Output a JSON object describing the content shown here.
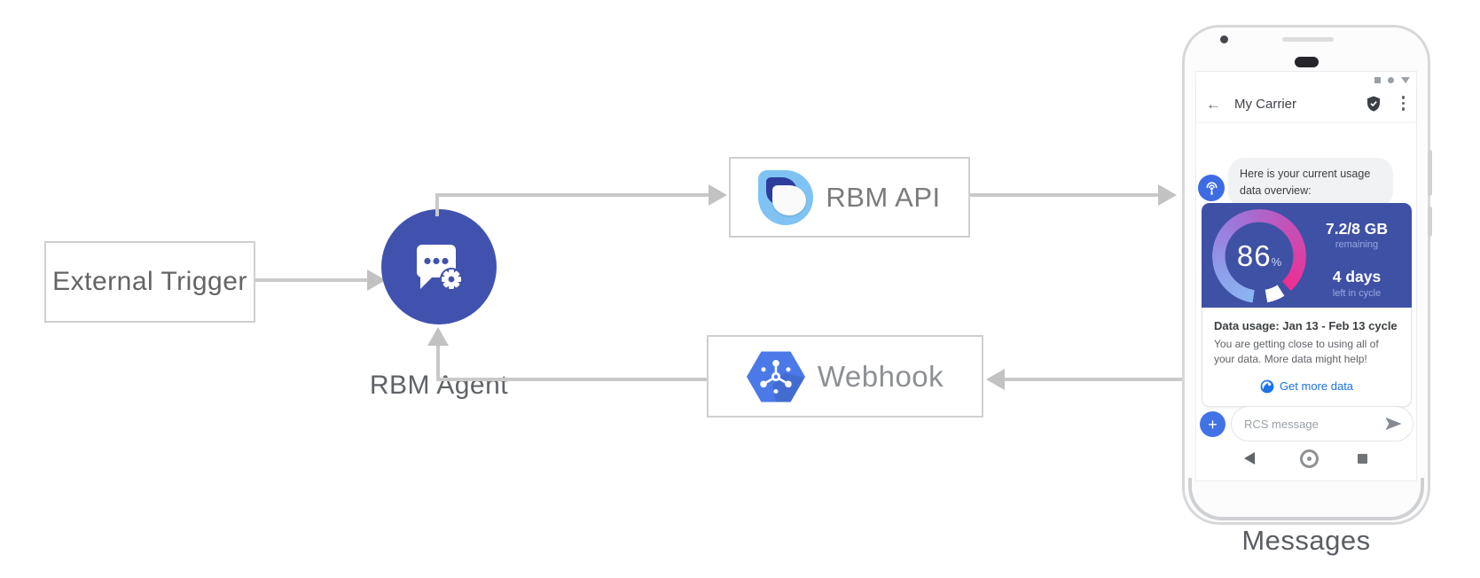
{
  "diagram": {
    "external_trigger": "External Trigger",
    "rbm_agent": "RBM Agent",
    "rbm_api": "RBM API",
    "webhook": "Webhook",
    "caption": "Messages"
  },
  "phone": {
    "header": {
      "back": "←",
      "title": "My Carrier"
    },
    "chat_bubble": "Here is your current usage data overview:",
    "usage_card": {
      "percent": "86",
      "percent_unit": "%",
      "amount": "7.2/8 GB",
      "amount_caption": "remaining",
      "days": "4 days",
      "days_caption": "left in cycle",
      "title": "Data usage: Jan 13 - Feb 13 cycle",
      "body": "You are getting close to using all of your data. More data might help!",
      "cta": "Get more data"
    },
    "composer": {
      "plus": "+",
      "placeholder": "RCS message"
    }
  },
  "colors": {
    "agent_indigo": "#4152ae",
    "card_indigo": "#3f51a5",
    "gauge_start": "#8cb6f3",
    "gauge_end": "#ee2e94",
    "link_blue": "#1a73e8",
    "webhook_blue": "#4b79e8",
    "rbm_logo_lightblue": "#7ec3f3",
    "arrow_gray": "#c9c9c9"
  }
}
